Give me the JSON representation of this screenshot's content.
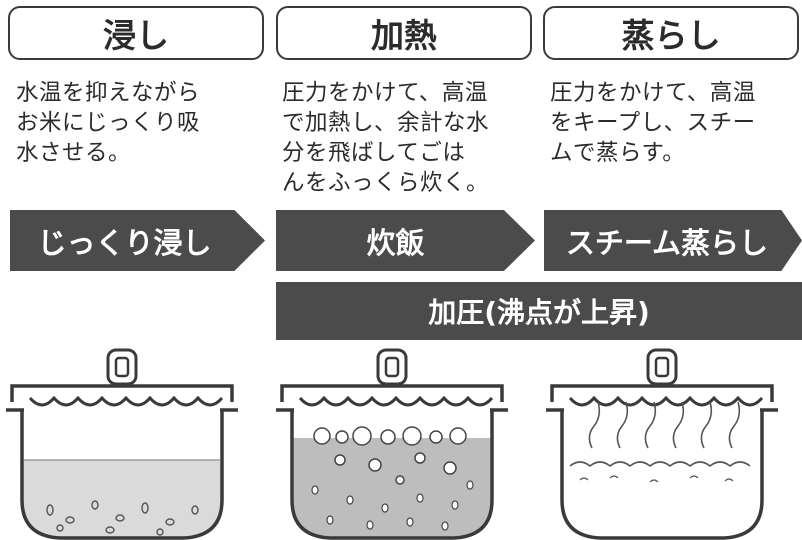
{
  "steps": [
    {
      "title": "浸し",
      "desc": "水温を抑えながら\nお米にじっくり吸\n水させる。"
    },
    {
      "title": "加熱",
      "desc": "圧力をかけて、高温\nで加熱し、余計な水\n分を飛ばしてごは\nんをふっくら炊く。"
    },
    {
      "title": "蒸らし",
      "desc": "圧力をかけて、高温\nをキープし、スチー\nムで蒸らす。"
    }
  ],
  "bands": {
    "soak": "じっくり浸し",
    "cook": "炊飯",
    "steam": "スチーム蒸らし",
    "pressure": "加圧(沸点が上昇)"
  },
  "colors": {
    "band": "#4b4b4b",
    "water": "#d6d6d6",
    "water_boil": "#b8b8b8",
    "line": "#3a3a3a"
  }
}
